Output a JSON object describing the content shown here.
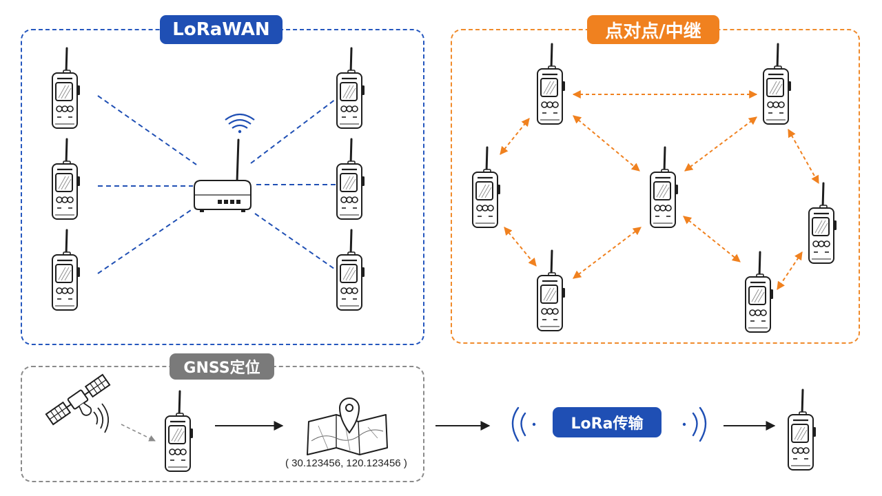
{
  "colors": {
    "lorawan": "#1f4fb4",
    "p2p": "#f0811f",
    "gnss": "#7a7a7a",
    "lora": "#1f4fb4",
    "ink": "#1e1e1e"
  },
  "lorawan": {
    "title": "LoRaWAN"
  },
  "p2p": {
    "title": "点对点/中继"
  },
  "gnss": {
    "title": "GNSS定位",
    "coordinates": "( 30.123456, 120.123456 )"
  },
  "lora_transfer": {
    "title": "LoRa传输"
  },
  "icons": {
    "radio": "walkie-talkie-icon",
    "gateway": "gateway-router-icon",
    "satellite": "satellite-icon",
    "map": "map-pin-icon",
    "signal": "signal-waves-icon"
  }
}
